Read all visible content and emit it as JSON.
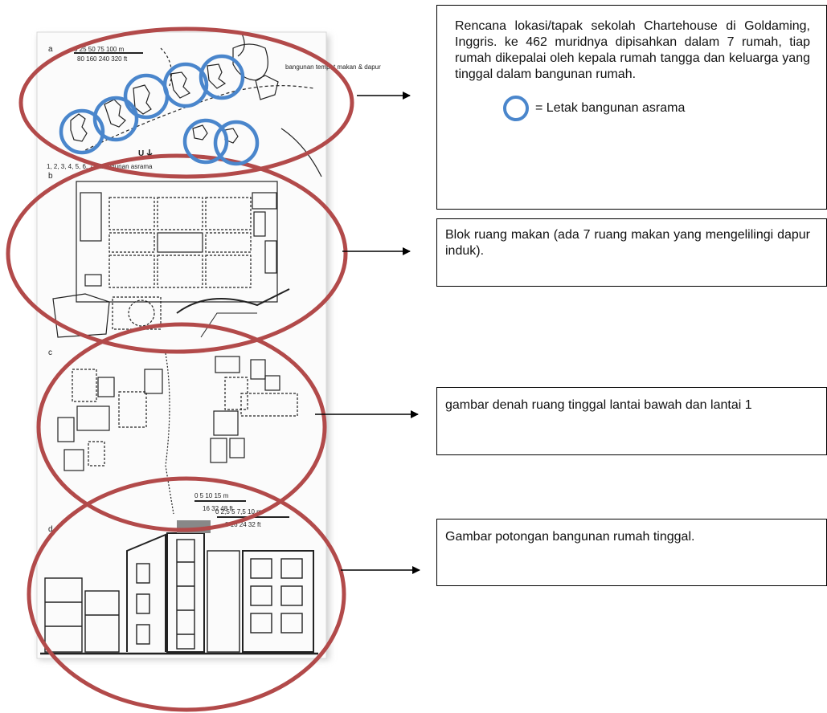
{
  "annotations": {
    "site_plan": "Rencana lokasi/tapak sekolah Chartehouse di Goldaming, Inggris. ke 462 muridnya dipisahkan dalam 7 rumah, tiap rumah dikepalai oleh kepala rumah tangga dan keluarga yang tinggal dalam bangunan rumah.",
    "legend_label": "= Letak bangunan asrama",
    "dining_block": "Blok ruang makan (ada 7 ruang makan yang mengelilingi dapur induk).",
    "floor_plan": "gambar denah ruang tinggal lantai bawah dan lantai 1",
    "section": "Gambar potongan bangunan rumah tinggal."
  },
  "drawing": {
    "panel_a_label": "a",
    "panel_b_label": "b",
    "panel_c_label": "c",
    "panel_d_label": "d",
    "scale_a_m": "0   25   50   75  100  m",
    "scale_a_ft": "80  160 240  320  ft",
    "label_dining": "bangunan tempat makan & dapur",
    "label_north": "U",
    "label_dorms": "1, 2, 3, 4, 5, 6, 7 = bangunan asrama",
    "scale_c_m": "0    5    10   15  m",
    "scale_c_ft": "16   32   48  ft",
    "scale_d_m": "0  2,5   5   7,5  10  m",
    "scale_d_ft": "8   16   24   32  ft"
  },
  "colors": {
    "region_ellipse": "#b24a4a",
    "dorm_circle": "#4a86cc",
    "line": "#000000"
  }
}
